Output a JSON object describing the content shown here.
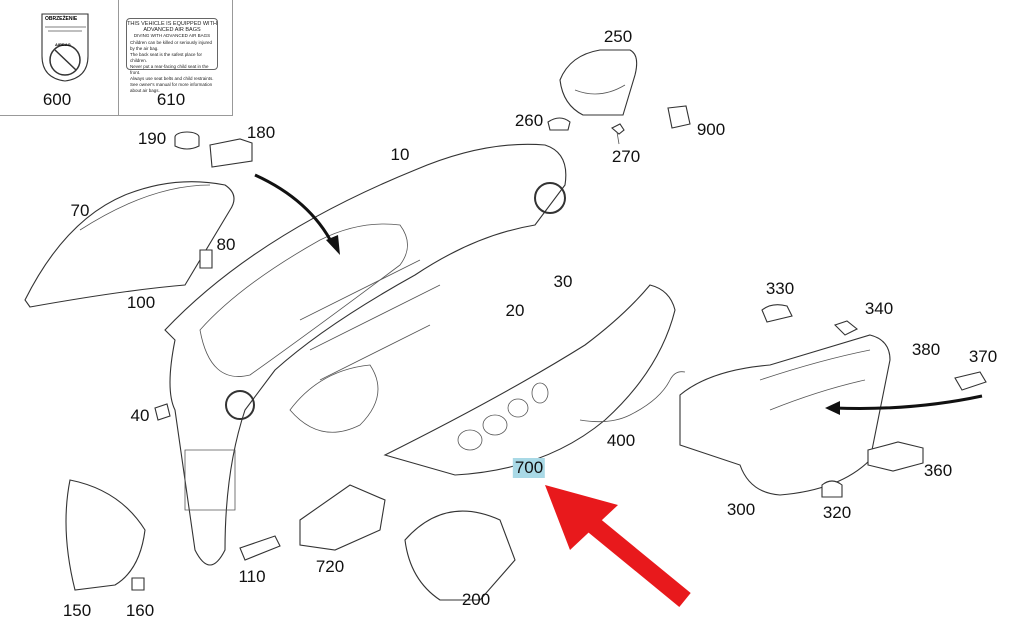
{
  "labels_box": {
    "warning_sticker_title": "OBRZEŻENIE",
    "warning_sticker_badge": "AIRBAG",
    "airbag_notice_title": "THIS VEHICLE IS EQUIPPED WITH ADVANCED AIR BAGS",
    "airbag_notice_subtitle": "DIVING WITH ADVANCED AIR BAGS",
    "airbag_notice_items": [
      "Children can be killed or seriously injured by the air bag.",
      "The back seat is the safest place for children.",
      "Never put a rear-facing child seat in the front.",
      "Always use seat belts and child restraints.",
      "See owner's manual for more information about air bags."
    ]
  },
  "parts": [
    {
      "id": "600"
    },
    {
      "id": "610"
    },
    {
      "id": "250"
    },
    {
      "id": "260"
    },
    {
      "id": "900"
    },
    {
      "id": "270"
    },
    {
      "id": "190"
    },
    {
      "id": "180"
    },
    {
      "id": "10"
    },
    {
      "id": "70"
    },
    {
      "id": "80"
    },
    {
      "id": "30"
    },
    {
      "id": "100"
    },
    {
      "id": "20"
    },
    {
      "id": "330"
    },
    {
      "id": "340"
    },
    {
      "id": "380"
    },
    {
      "id": "370"
    },
    {
      "id": "40"
    },
    {
      "id": "400"
    },
    {
      "id": "700"
    },
    {
      "id": "360"
    },
    {
      "id": "300"
    },
    {
      "id": "320"
    },
    {
      "id": "110"
    },
    {
      "id": "720"
    },
    {
      "id": "150"
    },
    {
      "id": "160"
    },
    {
      "id": "200"
    }
  ],
  "highlighted_part": "700",
  "colors": {
    "highlight": "#a9d9e6",
    "arrow": "#e8191c"
  }
}
